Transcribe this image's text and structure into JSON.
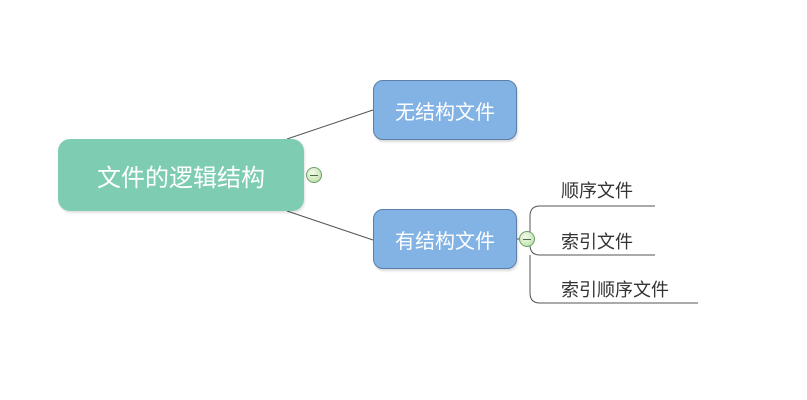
{
  "root": {
    "label": "文件的逻辑结构",
    "color": "#7ecdb3"
  },
  "branches": [
    {
      "label": "无结构文件",
      "color": "#82b3e4",
      "children": []
    },
    {
      "label": "有结构文件",
      "color": "#82b3e4",
      "children": [
        {
          "label": "顺序文件"
        },
        {
          "label": "索引文件"
        },
        {
          "label": "索引顺序文件"
        }
      ]
    }
  ],
  "icons": {
    "collapse": "minus-circle-icon"
  }
}
